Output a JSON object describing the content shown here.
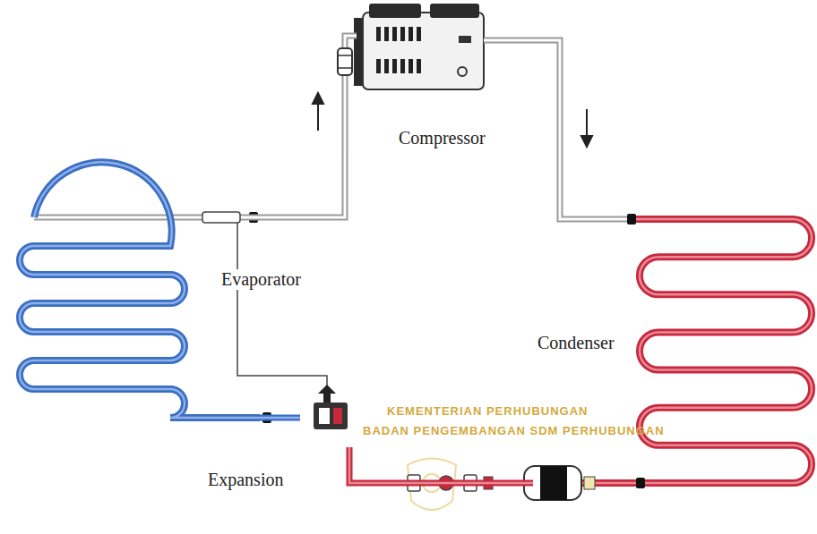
{
  "diagram": {
    "nodes": [
      {
        "text": [
          "Compressor"
        ]
      },
      {
        "text": [
          "Evaporator"
        ]
      },
      {
        "text": [
          "Condenser"
        ]
      },
      {
        "text": [
          "Expansion"
        ]
      }
    ],
    "edges": [
      {
        "from": 0,
        "to": 2,
        "arrow": "none"
      },
      {
        "from": 2,
        "to": 3,
        "arrow": "none"
      },
      {
        "from": 3,
        "to": 1,
        "arrow": "none"
      },
      {
        "from": 1,
        "to": 0,
        "arrow": "none"
      }
    ],
    "labels": [
      "KEMENTERIAN PERHUBUNGAN",
      "BADAN PENGEMBANGAN SDM PERHUBUNGAN"
    ]
  }
}
